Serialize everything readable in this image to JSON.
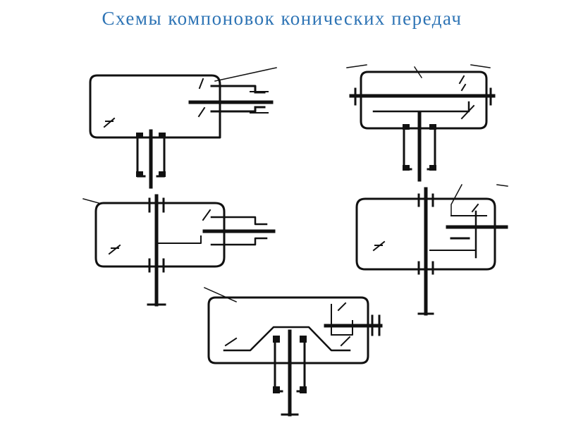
{
  "slide": {
    "title": "Схемы компоновок конических передач"
  },
  "colors": {
    "title": "#2e74b5",
    "ink": "#111111",
    "background": "#ffffff"
  },
  "diagrams": [
    {
      "id": "scheme-1",
      "kind": "bevel-gear-layout"
    },
    {
      "id": "scheme-2",
      "kind": "bevel-gear-layout"
    },
    {
      "id": "scheme-3",
      "kind": "bevel-gear-layout"
    },
    {
      "id": "scheme-4",
      "kind": "bevel-gear-layout"
    },
    {
      "id": "scheme-5",
      "kind": "bevel-gear-layout"
    }
  ]
}
